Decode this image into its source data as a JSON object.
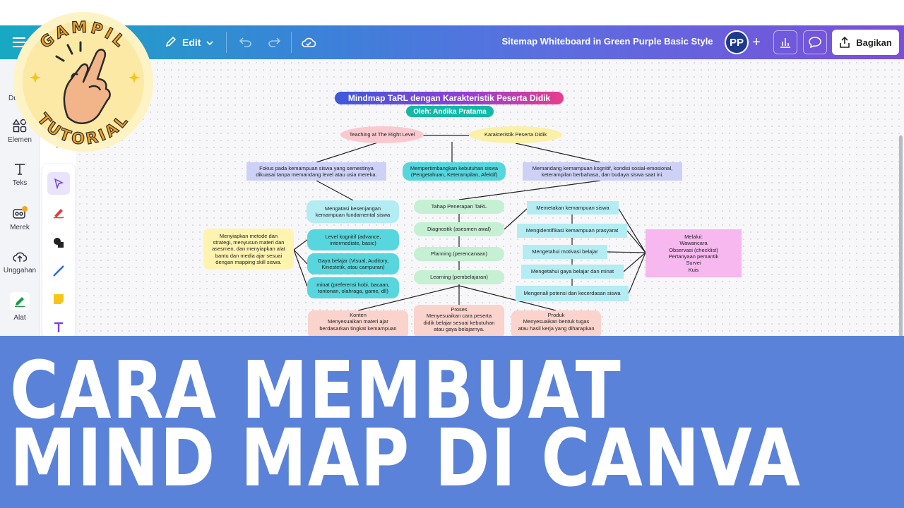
{
  "topbar": {
    "edit_label": "Edit",
    "document_title": "Sitemap Whiteboard in Green Purple Basic Style",
    "avatar_initials": "PP",
    "share_label": "Bagikan"
  },
  "sidebar": {
    "cut_label": "Du",
    "items": [
      {
        "label": "Elemen",
        "icon": "elements-icon"
      },
      {
        "label": "Teks",
        "icon": "text-icon"
      },
      {
        "label": "Merek",
        "icon": "brand-icon"
      },
      {
        "label": "Unggahan",
        "icon": "upload-icon"
      },
      {
        "label": "Alat",
        "icon": "tools-icon"
      }
    ]
  },
  "logo": {
    "top_text": "GAMPIL",
    "bottom_text": "TUTORIAL"
  },
  "mindmap": {
    "title": "Mindmap TaRL dengan Karakteristik Peserta Didik",
    "author": "Oleh: Andika Pratama",
    "teaching": "Teaching at The Right Level",
    "karakteristik": "Karakteristik Peserta Didik",
    "fokus": "Fokus pada kemampuan siswa yang semestinya\ndikuasai tanpa memandang level atau usia mereka.",
    "mempertimbangkan": "Mempertimbangkan kebutuhan siswa\n(Pengetahuan, Keterampilan, Afektif)",
    "memandang": "Memandang kemampuan kognitif, kondisi sosial-emosional,\nketerampilan berbahasa, dan budaya siswa saat ini.",
    "mengatasi": "Mengatasi kesenjangan\nkemampuan fundamental siswa",
    "menyiapkan": "Menyiapkan metode dan\nstrategi, menyusun materi dan\nasesmen, dan menyiapkan alat\nbantu dan media ajar sesuai\ndengan mapping skill siswa.",
    "level_kognitif": "Level kognitif (advance,\nintermediate, basic)",
    "gaya_belajar": "Gaya belajar (Visual, Auditory,\nKinestetik, atau campuran)",
    "minat": "minat (preferensi hobi, bacaan,\ntontonan, olahraga, game, dll)",
    "tahap": "Tahap Penerapan TaRL",
    "diagnostik": "Diagnostik (asesmen awal)",
    "planning": "Planning (perencanaan)",
    "learning": "Learning (pembelajaran)",
    "memetakan": "Memetakan kemampuan siswa",
    "mengidentifikasi": "Mengidentifikasi kemampuan prasyarat",
    "motivasi": "Mengetahui motivasi belajar",
    "gaya_minat": "Mengetahui gaya belajar dan minat",
    "potensi": "Mengenali potensi dan kecerdasan siswa",
    "melalui": "Melalui:\nWawancara\nObservasi (checklist)\nPertanyaan pemantik\nSurvei\nKuis",
    "konten": "Konten\nMenyesuaikan materi ajar\nberdasarkan tingkat kemampuan",
    "proses": "Proses\nMenyesuaikan cara peserta\ndidik belajar sesuai kebutuhan\natau gaya belajarnya.",
    "produk": "Produk\nMenyesuaikan bentuk tugas\natau hasil kerja yang diharapkan"
  },
  "banner": {
    "line1": "CARA MEMBUAT",
    "line2": "MIND MAP DI CANVA"
  },
  "colors": {
    "banner_bg": "#5a82d8",
    "topbar_start": "#17a9c3",
    "topbar_end": "#7a4fd8"
  }
}
